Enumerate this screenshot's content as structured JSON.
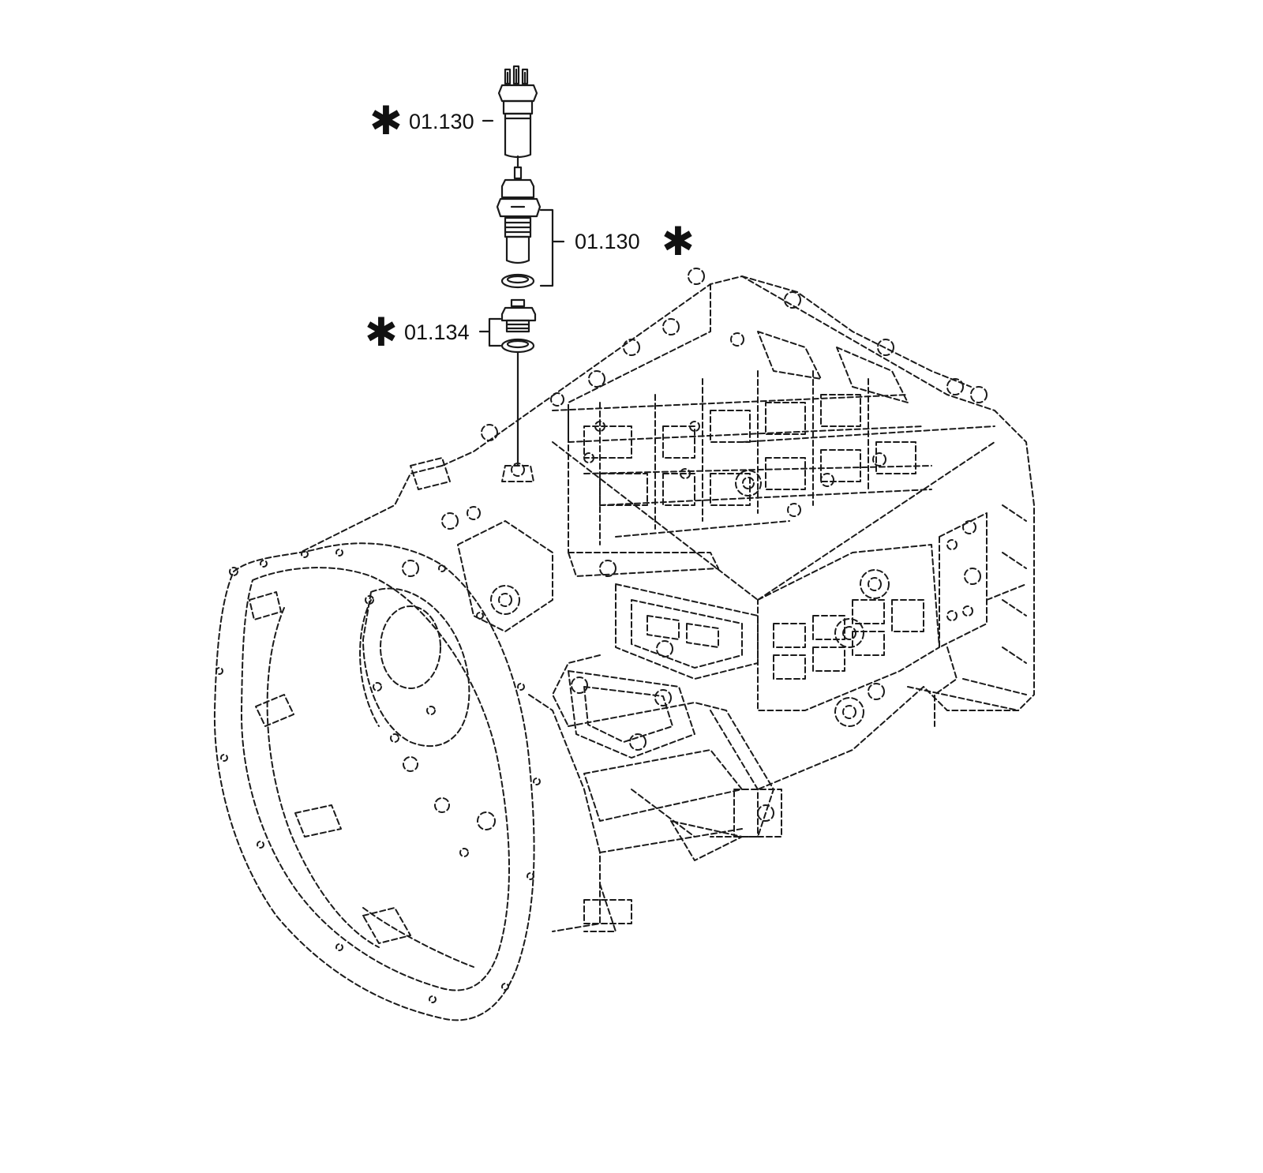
{
  "callouts": [
    {
      "id": "c1",
      "part_number": "01.130",
      "marker": "✱"
    },
    {
      "id": "c2",
      "part_number": "01.130",
      "marker": "✱"
    },
    {
      "id": "c3",
      "part_number": "01.134",
      "marker": "✱"
    }
  ]
}
